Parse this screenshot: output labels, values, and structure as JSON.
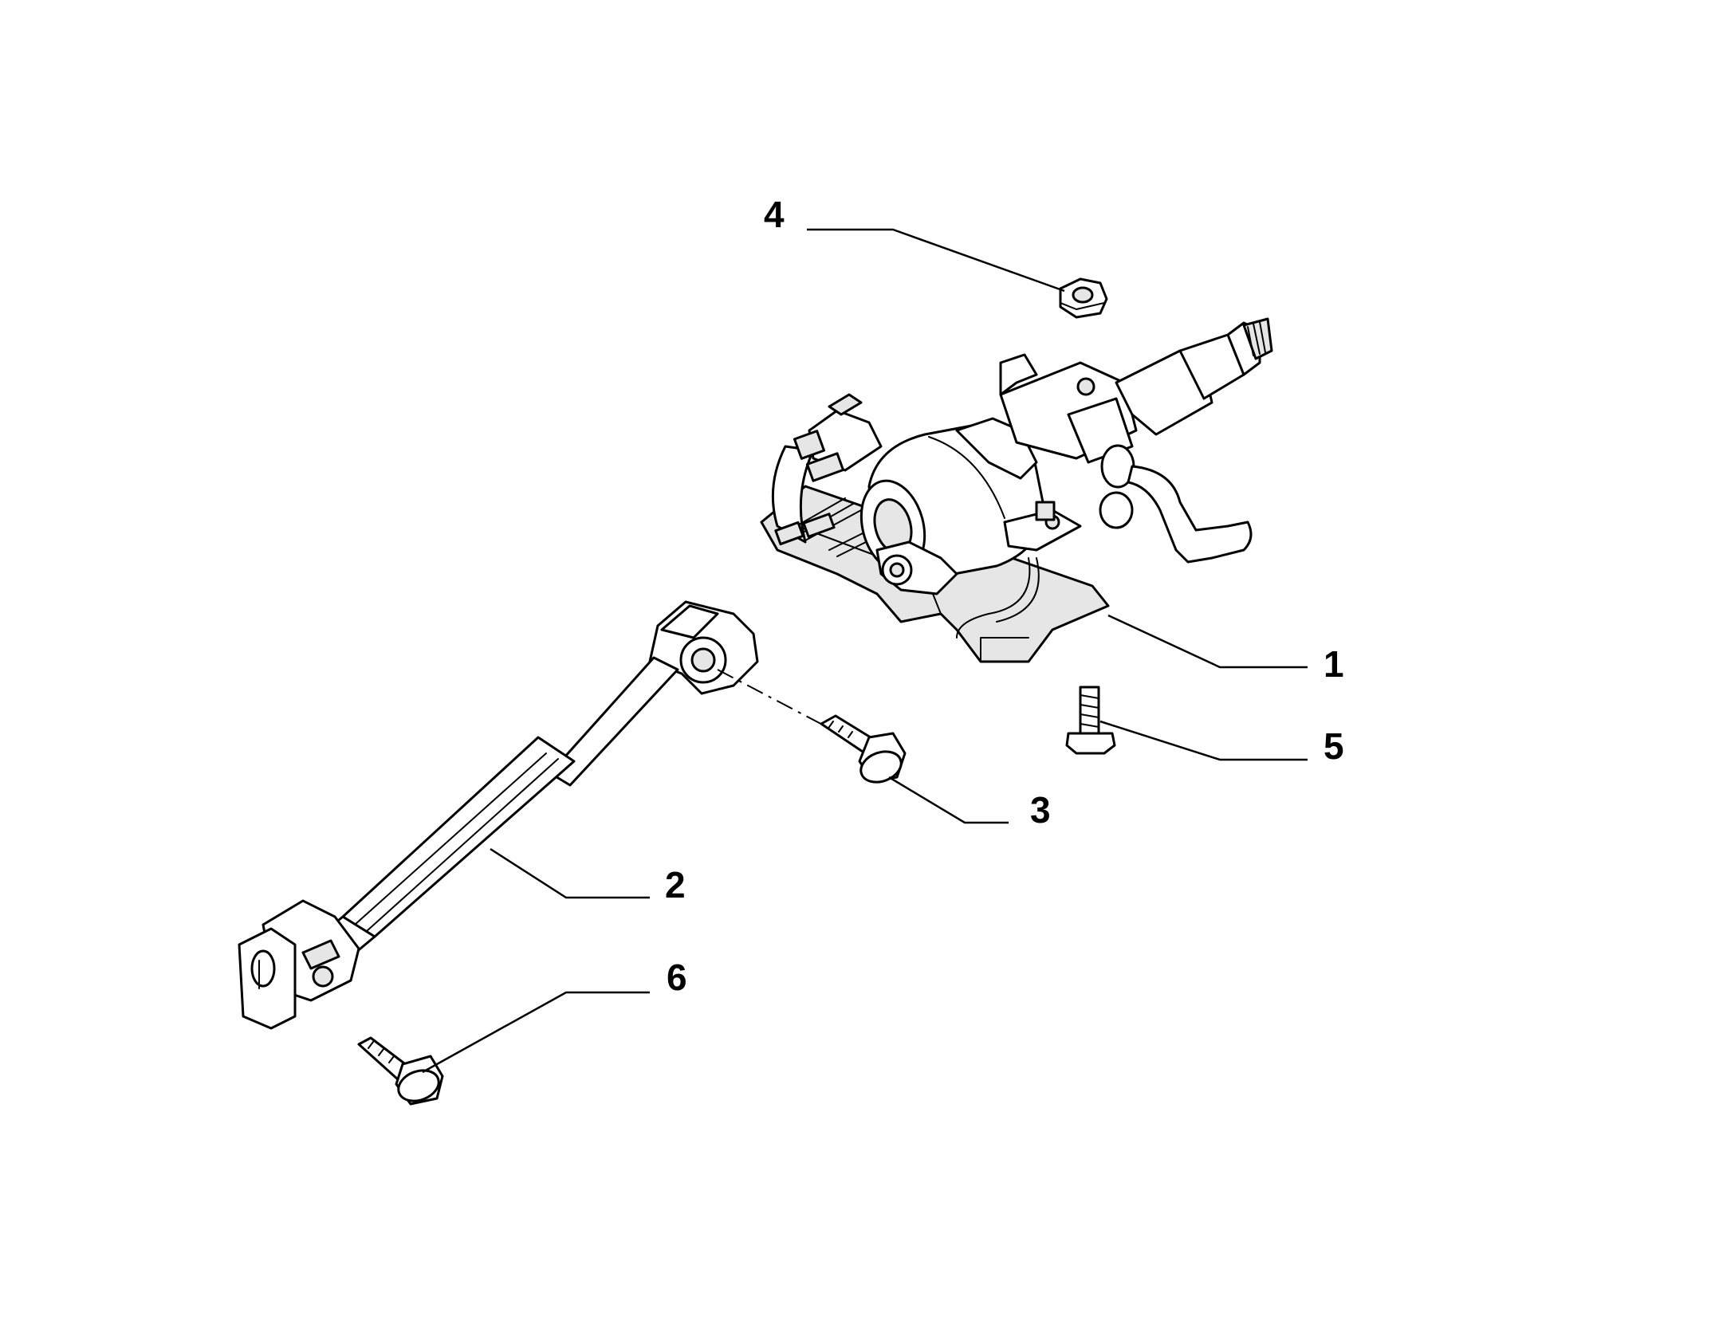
{
  "callouts": [
    {
      "number": "1",
      "part": "steering-column"
    },
    {
      "number": "2",
      "part": "intermediate-shaft"
    },
    {
      "number": "3",
      "part": "flange-bolt-upper"
    },
    {
      "number": "4",
      "part": "hex-nut"
    },
    {
      "number": "5",
      "part": "hex-bolt"
    },
    {
      "number": "6",
      "part": "flange-bolt-lower"
    }
  ]
}
